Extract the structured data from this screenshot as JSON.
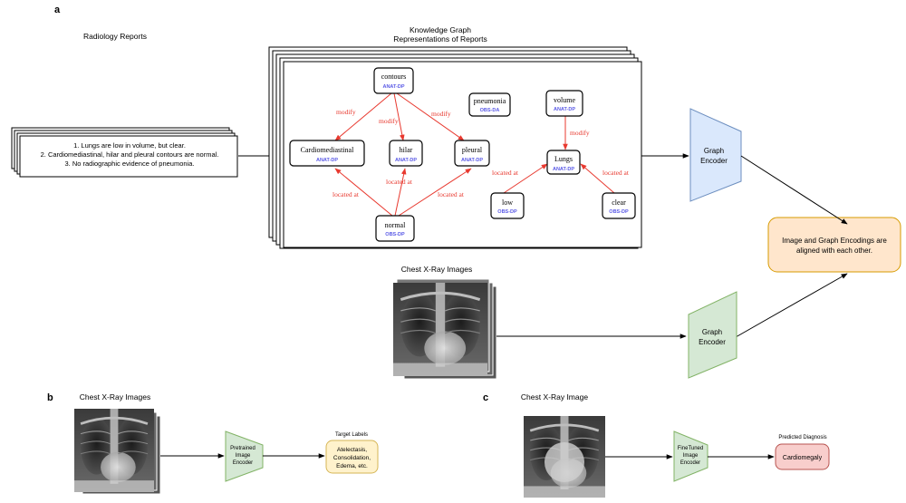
{
  "panel_a": {
    "letter": "a",
    "reports_title": "Radiology Reports",
    "report_lines": [
      "1. Lungs are low in volume, but clear.",
      "2. Cardiomediastinal, hilar and pleural contours are normal.",
      "3. No radiographic evidence of pneumonia."
    ],
    "kg_title_line1": "Knowledge Graph",
    "kg_title_line2": "Representations of Reports",
    "nodes": {
      "contours": {
        "label": "contours",
        "tag": "ANAT-DP"
      },
      "pneumonia": {
        "label": "pneumonia",
        "tag": "OBS-DA"
      },
      "volume": {
        "label": "volume",
        "tag": "ANAT-DP"
      },
      "cardiomediastinal": {
        "label": "Cardiomediastinal",
        "tag": "ANAT-DP"
      },
      "hilar": {
        "label": "hilar",
        "tag": "ANAT-DP"
      },
      "pleural": {
        "label": "pleural",
        "tag": "ANAT-DP"
      },
      "lungs": {
        "label": "Lungs",
        "tag": "ANAT-DP"
      },
      "normal": {
        "label": "normal",
        "tag": "OBS-DP"
      },
      "low": {
        "label": "low",
        "tag": "OBS-DP"
      },
      "clear": {
        "label": "clear",
        "tag": "OBS-DP"
      }
    },
    "edge_labels": {
      "modify_1": "modify",
      "modify_2": "modify",
      "modify_3": "modify",
      "modify_4": "modify",
      "located_1": "located at",
      "located_2": "located at",
      "located_3": "located at",
      "located_4": "located at",
      "located_5": "located at"
    },
    "graph_encoder_label_line1": "Graph",
    "graph_encoder_label_line2": "Encoder",
    "xray_title": "Chest X-Ray Images",
    "image_encoder_label_line1": "Graph",
    "image_encoder_label_line2": "Encoder",
    "alignment_line1": "Image and Graph Encodings are",
    "alignment_line2": "aligned with each other."
  },
  "panel_b": {
    "letter": "b",
    "xray_title": "Chest X-Ray Images",
    "encoder_line1": "Pretrained",
    "encoder_line2": "Image",
    "encoder_line3": "Encoder",
    "target_title": "Target Labels",
    "target_line1": "Atelectasis,",
    "target_line2": "Consolidation,",
    "target_line3": "Edema, etc."
  },
  "panel_c": {
    "letter": "c",
    "xray_title": "Chest X-Ray Image",
    "encoder_line1": "FineTuned",
    "encoder_line2": "Image",
    "encoder_line3": "Encoder",
    "predicted_title": "Predicted Diagnosis",
    "predicted_label": "Cardiomegaly"
  },
  "colors": {
    "edge_red": "#e8392f",
    "tag_blue": "#5a5ae6",
    "graph_encoder_fill": "#dae8fc",
    "graph_encoder_stroke": "#6c8ebf",
    "image_encoder_fill": "#d5e8d4",
    "image_encoder_stroke": "#82b366",
    "alignment_fill": "#ffe6cc",
    "alignment_stroke": "#d79b00",
    "target_fill": "#fff2cc",
    "target_stroke": "#d6b656",
    "predicted_fill": "#f8cecc",
    "predicted_stroke": "#b85450"
  }
}
